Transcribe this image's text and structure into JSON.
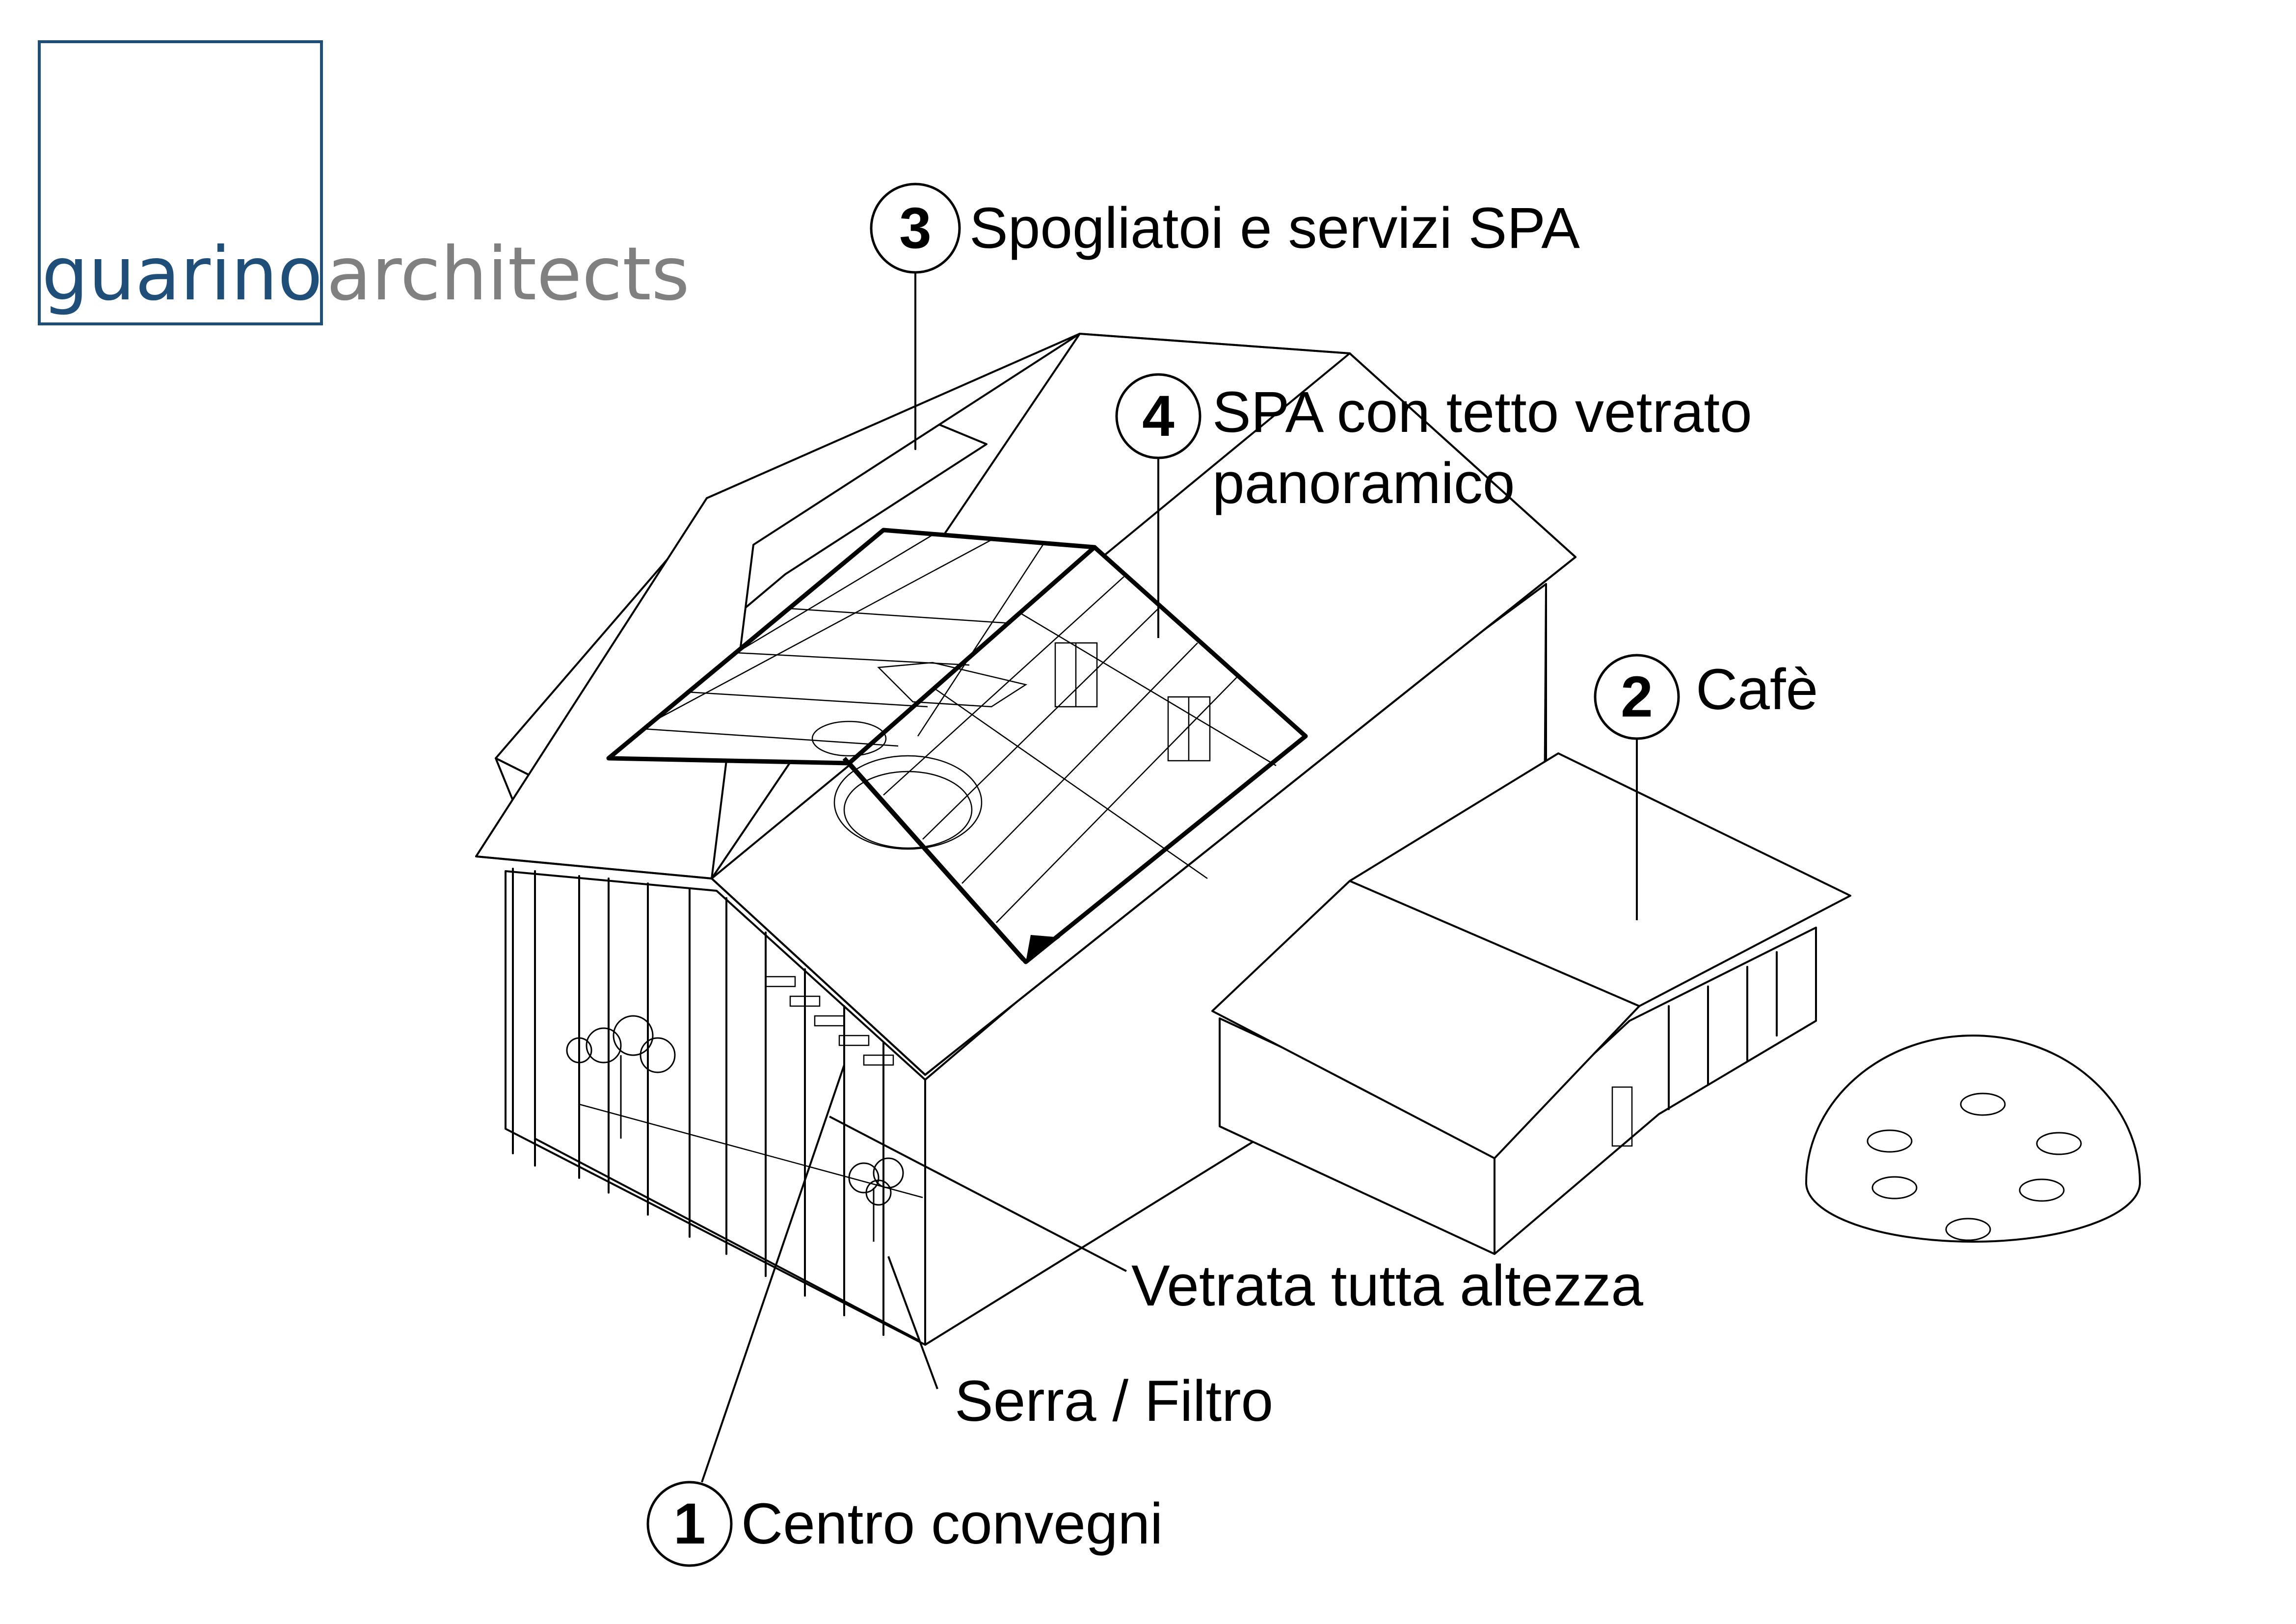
{
  "logo": {
    "brand_part1": "guarino",
    "brand_part2": "architects",
    "frame_color": "#1f4e79",
    "primary_color": "#1f4e79",
    "secondary_color": "#808080"
  },
  "callouts": [
    {
      "number": "1",
      "text": "Centro convegni"
    },
    {
      "number": "2",
      "text": "Cafè"
    },
    {
      "number": "3",
      "text": "Spogliatoi e servizi SPA"
    },
    {
      "number": "4",
      "text": "SPA con tetto vetrato",
      "text_line2": "panoramico"
    }
  ],
  "annotations": [
    {
      "text": "Vetrata tutta altezza"
    },
    {
      "text": "Serra / Filtro"
    }
  ]
}
